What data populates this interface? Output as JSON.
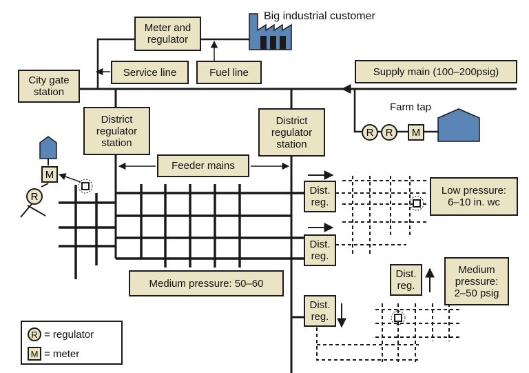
{
  "labels": {
    "meter_regulator": "Meter and\nregulator",
    "big_customer": "Big industrial customer",
    "service_line": "Service line",
    "fuel_line": "Fuel line",
    "city_gate": "City gate\nstation",
    "supply_main": "Supply main (100–200psig)",
    "farm_tap": "Farm tap",
    "district_reg_1": "District\nregulator\nstation",
    "district_reg_2": "District\nregulator\nstation",
    "feeder_mains": "Feeder mains",
    "dist_reg_1": "Dist.\nreg.",
    "dist_reg_2": "Dist.\nreg.",
    "dist_reg_3": "Dist.\nreg.",
    "dist_reg_4": "Dist.\nreg.",
    "low_pressure": "Low pressure:\n6–10 in. wc",
    "medium_pressure_1": "Medium pressure: 50–60",
    "medium_pressure_2": "Medium\npressure:\n2–50 psig"
  },
  "symbols": {
    "regulator": "R",
    "meter": "M"
  },
  "legend": {
    "regulator_text": "= regulator",
    "meter_text": "= meter"
  },
  "colors": {
    "box_fill": "#eae3c4",
    "building_fill": "#5b85b6",
    "line": "#1a1a1a"
  }
}
